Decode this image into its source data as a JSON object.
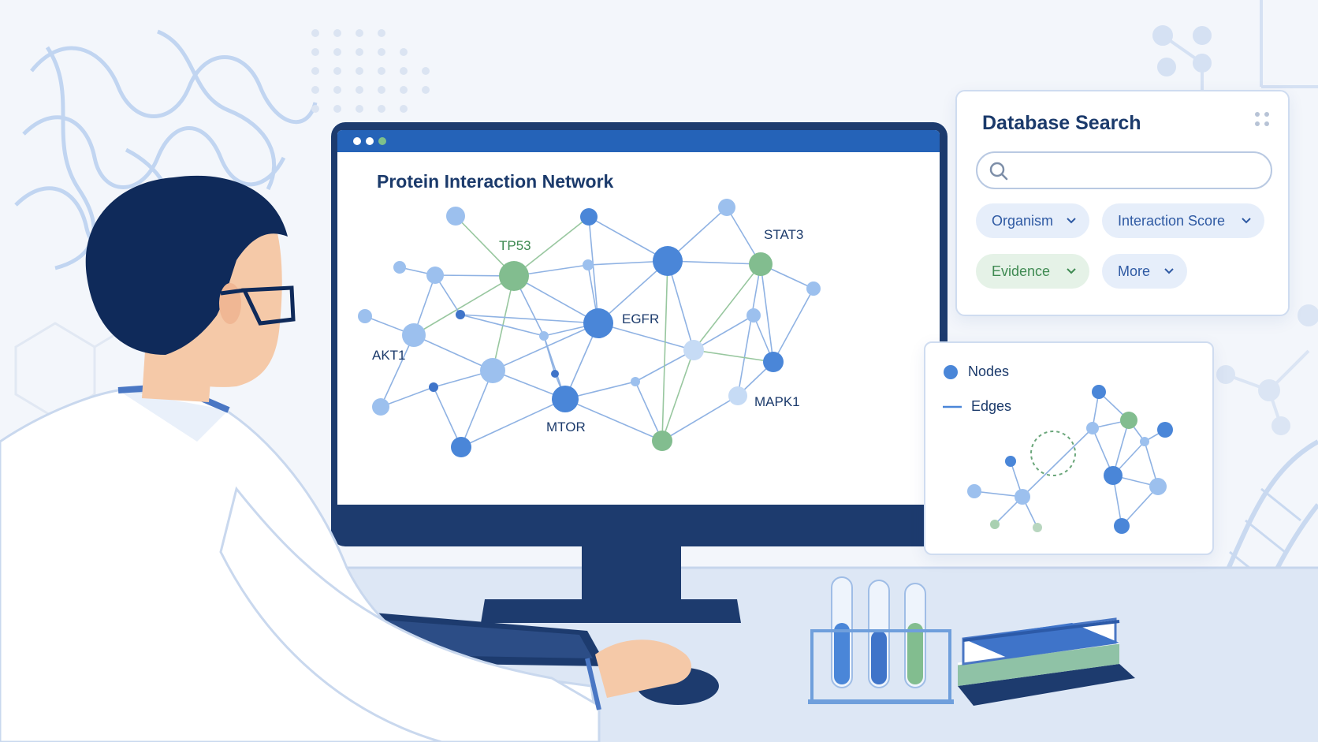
{
  "screen": {
    "title": "Protein Interaction Network",
    "window_dots": [
      "#ffffff",
      "#ffffff",
      "#7ec08a"
    ]
  },
  "network": {
    "labels": {
      "TP53": "TP53",
      "STAT3": "STAT3",
      "EGFR": "EGFR",
      "AKT1": "AKT1",
      "MTOR": "MTOR",
      "MAPK1": "MAPK1"
    }
  },
  "database_search": {
    "title": "Database Search",
    "search_value": "",
    "filters": {
      "organism": "Organism",
      "interaction_score": "Interaction Score",
      "evidence": "Evidence",
      "more": "More"
    }
  },
  "legend": {
    "nodes": "Nodes",
    "edges": "Edges"
  },
  "colors": {
    "accent_blue": "#2563b8",
    "node_blue": "#4a86d8",
    "node_light": "#9cc0ee",
    "node_green": "#82bd8f",
    "text_dark": "#1b3a6b"
  }
}
